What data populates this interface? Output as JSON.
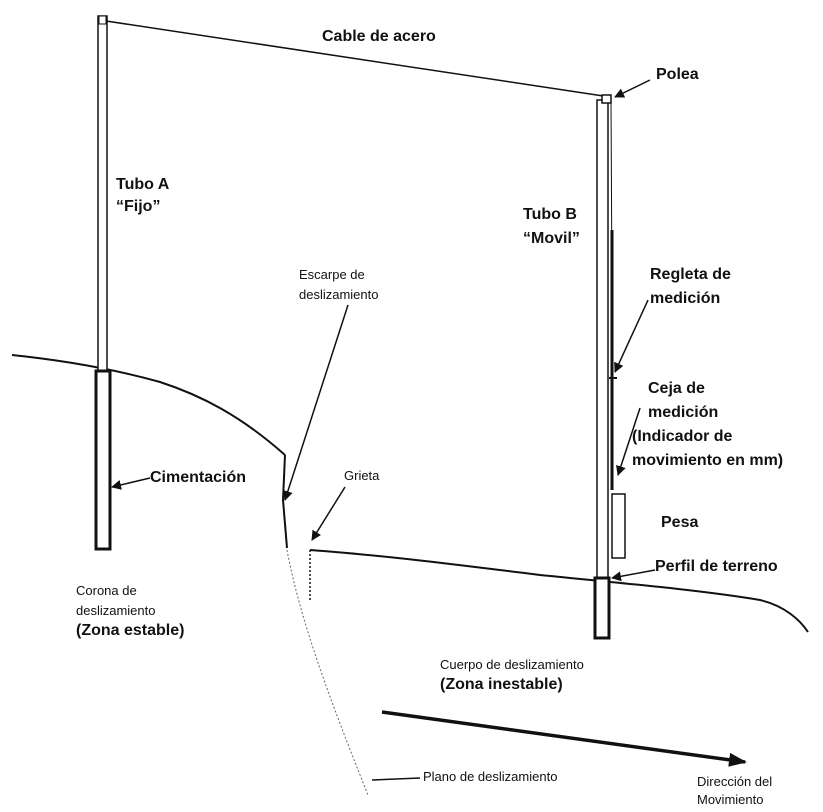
{
  "diagram": {
    "labels": {
      "cable": "Cable de acero",
      "pulley": "Polea",
      "tube_a_line1": "Tubo A",
      "tube_a_line2": "“Fijo”",
      "tube_b_line1": "Tubo B",
      "tube_b_line2": "“Movil”",
      "ruler_line1": "Regleta de",
      "ruler_line2": "medición",
      "scarp_line1": "Escarpe de",
      "scarp_line2": "deslizamiento",
      "gauge_line1": "Ceja de",
      "gauge_line2": "medición",
      "gauge_line3": "(Indicador de",
      "gauge_line4": "movimiento en mm)",
      "foundation": "Cimentación",
      "crack": "Grieta",
      "weight": "Pesa",
      "terrain": "Perfil de terreno",
      "crown_line1": "Corona de",
      "crown_line2": "deslizamiento",
      "crown_line3": "(Zona estable)",
      "body_line1": "Cuerpo de deslizamiento",
      "body_line2": "(Zona inestable)",
      "slip_plane": "Plano de deslizamiento",
      "direction_line1": "Dirección del",
      "direction_line2": "Movimiento"
    },
    "colors": {
      "line": "#111111",
      "background": "#ffffff"
    }
  }
}
